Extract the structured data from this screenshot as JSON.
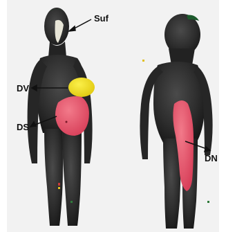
{
  "labels": {
    "suf": "Suf",
    "dv": "DV",
    "ds": "DS",
    "dn": "DN"
  },
  "colors": {
    "background": "#f2f2f2",
    "body": "#2a2a2a",
    "head_patch_white": "#e8e6d8",
    "head_patch_green": "#1d5a2c",
    "dv_region": "#f2e21a",
    "ds_dn_region": "#ea5a6e",
    "arrow": "#111111"
  }
}
